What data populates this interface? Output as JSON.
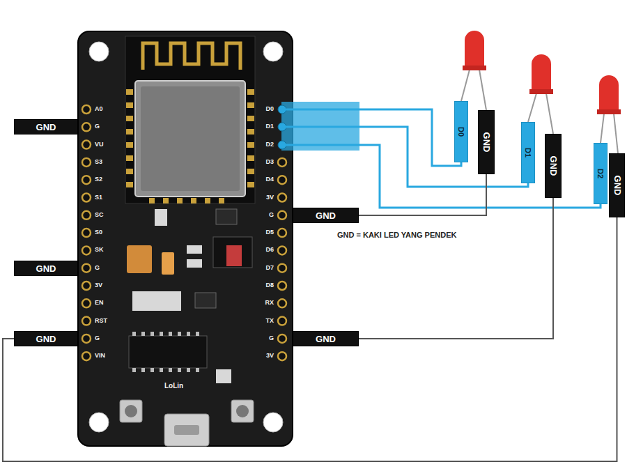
{
  "diagram": {
    "nodes": [
      {
        "text": [
          "D0"
        ]
      },
      {
        "text": [
          "GND"
        ]
      },
      {
        "text": [
          "D1"
        ]
      },
      {
        "text": [
          "GND"
        ]
      },
      {
        "text": [
          "D2"
        ]
      },
      {
        "text": [
          "GND"
        ]
      },
      {
        "text": [
          "GND"
        ]
      },
      {
        "text": [
          "GND"
        ]
      },
      {
        "text": [
          "GND"
        ]
      },
      {
        "text": [
          "GND"
        ]
      },
      {
        "text": [
          "GND"
        ]
      }
    ],
    "edges": [
      {
        "from": 7,
        "to": 1,
        "arrow": "none"
      },
      {
        "from": 10,
        "to": 3,
        "arrow": "none"
      },
      {
        "from": 9,
        "to": 5,
        "arrow": "none"
      }
    ],
    "labels": [
      "A0",
      "G",
      "VU",
      "S3",
      "S2",
      "S1",
      "SC",
      "S0",
      "SK",
      "G",
      "3V",
      "EN",
      "RST",
      "G",
      "VIN",
      "D0",
      "D1",
      "D2",
      "D3",
      "D4",
      "3V",
      "G",
      "D5",
      "D6",
      "D7",
      "D8",
      "RX",
      "TX",
      "G",
      "3V",
      "LoLin",
      "GND = KAKI LED YANG PENDEK"
    ]
  }
}
